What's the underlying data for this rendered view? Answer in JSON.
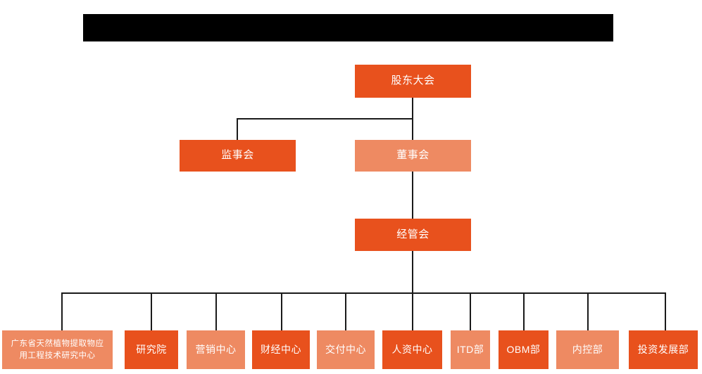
{
  "diagram": {
    "title_bar": {
      "name": "redacted-title-bar",
      "label": "",
      "color": "#000000"
    },
    "colors": {
      "dark_orange": "#E8511D",
      "light_orange": "#EE8A62",
      "connector": "#1a1a1a",
      "background": "#ffffff",
      "text": "#ffffff"
    },
    "nodes": {
      "shareholders_meeting": {
        "label": "股东大会",
        "tone": "dark"
      },
      "board_of_supervisors": {
        "label": "监事会",
        "tone": "dark"
      },
      "board_of_directors": {
        "label": "董事会",
        "tone": "light"
      },
      "management_committee": {
        "label": "经管会",
        "tone": "dark"
      },
      "leaf_1": {
        "label": "广东省天然植物提取物应\n用工程技术研究中心",
        "tone": "light"
      },
      "leaf_2": {
        "label": "研究院",
        "tone": "dark"
      },
      "leaf_3": {
        "label": "营销中心",
        "tone": "light"
      },
      "leaf_4": {
        "label": "财经中心",
        "tone": "dark"
      },
      "leaf_5": {
        "label": "交付中心",
        "tone": "light"
      },
      "leaf_6": {
        "label": "人资中心",
        "tone": "dark"
      },
      "leaf_7": {
        "label": "ITD部",
        "tone": "light"
      },
      "leaf_8": {
        "label": "OBM部",
        "tone": "dark"
      },
      "leaf_9": {
        "label": "内控部",
        "tone": "light"
      },
      "leaf_10": {
        "label": "投资发展部",
        "tone": "dark"
      }
    }
  }
}
